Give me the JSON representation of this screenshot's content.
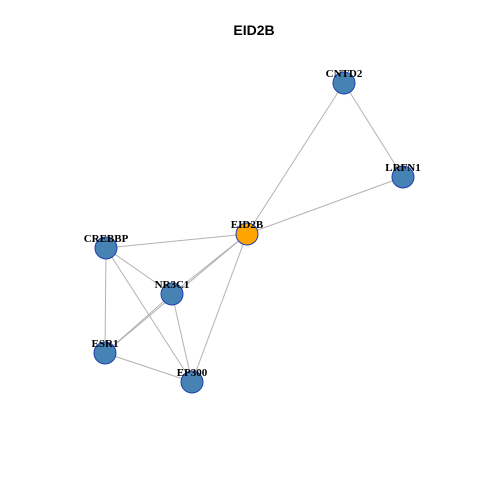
{
  "title": "EID2B",
  "colors": {
    "query_node": "#FFA500",
    "neighbor_node": "#4682B4",
    "node_border": "#1F3FAE",
    "edge": "#B3B3B3"
  },
  "nodes": [
    {
      "id": "CNTD2",
      "label": "CNTD2",
      "kind": "neighbor"
    },
    {
      "id": "LRFN1",
      "label": "LRFN1",
      "kind": "neighbor"
    },
    {
      "id": "EID2B",
      "label": "EID2B",
      "kind": "query"
    },
    {
      "id": "CREBBP",
      "label": "CREBBP",
      "kind": "neighbor"
    },
    {
      "id": "NR3C1",
      "label": "NR3C1",
      "kind": "neighbor"
    },
    {
      "id": "ESR1",
      "label": "ESR1",
      "kind": "neighbor"
    },
    {
      "id": "EP300",
      "label": "EP300",
      "kind": "neighbor"
    }
  ],
  "edges": [
    [
      "CNTD2",
      "LRFN1"
    ],
    [
      "CNTD2",
      "EID2B"
    ],
    [
      "LRFN1",
      "EID2B"
    ],
    [
      "EID2B",
      "CREBBP"
    ],
    [
      "EID2B",
      "NR3C1"
    ],
    [
      "EID2B",
      "ESR1"
    ],
    [
      "EID2B",
      "EP300"
    ],
    [
      "CREBBP",
      "NR3C1"
    ],
    [
      "CREBBP",
      "ESR1"
    ],
    [
      "CREBBP",
      "EP300"
    ],
    [
      "NR3C1",
      "ESR1"
    ],
    [
      "NR3C1",
      "EP300"
    ],
    [
      "ESR1",
      "EP300"
    ]
  ]
}
